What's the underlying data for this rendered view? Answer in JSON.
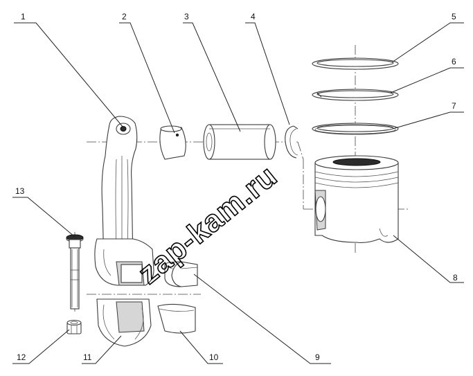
{
  "watermark": "zap-kam.ru",
  "callouts": [
    {
      "number": "1",
      "part": "connecting-rod"
    },
    {
      "number": "2",
      "part": "small-end-bushing"
    },
    {
      "number": "3",
      "part": "piston-pin"
    },
    {
      "number": "4",
      "part": "retaining-ring"
    },
    {
      "number": "5",
      "part": "piston-ring-top"
    },
    {
      "number": "6",
      "part": "piston-ring-second"
    },
    {
      "number": "7",
      "part": "oil-control-ring"
    },
    {
      "number": "8",
      "part": "piston"
    },
    {
      "number": "9",
      "part": "upper-bearing-shell"
    },
    {
      "number": "10",
      "part": "lower-bearing-shell"
    },
    {
      "number": "11",
      "part": "connecting-rod-cap"
    },
    {
      "number": "12",
      "part": "nut"
    },
    {
      "number": "13",
      "part": "connecting-rod-bolt"
    }
  ]
}
